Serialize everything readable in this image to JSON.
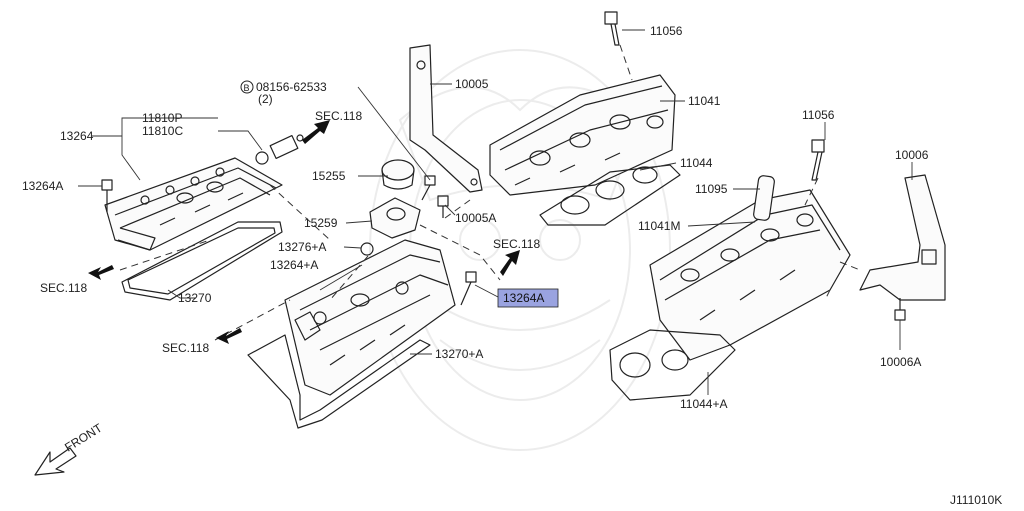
{
  "diagram": {
    "labels": {
      "p11056_top": "11056",
      "p10005": "10005",
      "p08156": "08156-62533",
      "p08156_qty": "(2)",
      "bolt_marker": "B",
      "p11041": "11041",
      "p11810p": "11810P",
      "p11810c": "11810C",
      "p13264": "13264",
      "sec118_a": "SEC.118",
      "p11044": "11044",
      "p15255": "15255",
      "p13264a_left": "13264A",
      "p11095": "11095",
      "p10005a": "10005A",
      "p15259": "15259",
      "p11056_right": "11056",
      "p10006": "10006",
      "p11041m": "11041M",
      "sec118_b": "SEC.118",
      "p13276a": "13276+A",
      "p13264pa": "13264+A",
      "p13264a_highlight": "13264A",
      "sec118_c": "SEC.118",
      "p13270": "13270",
      "sec118_d": "SEC.118",
      "p13270a": "13270+A",
      "p10006a": "10006A",
      "p11044a": "11044+A",
      "front": "FRONT",
      "diagram_code": "J111010K"
    },
    "highlight_color": "#9aa3e0"
  }
}
